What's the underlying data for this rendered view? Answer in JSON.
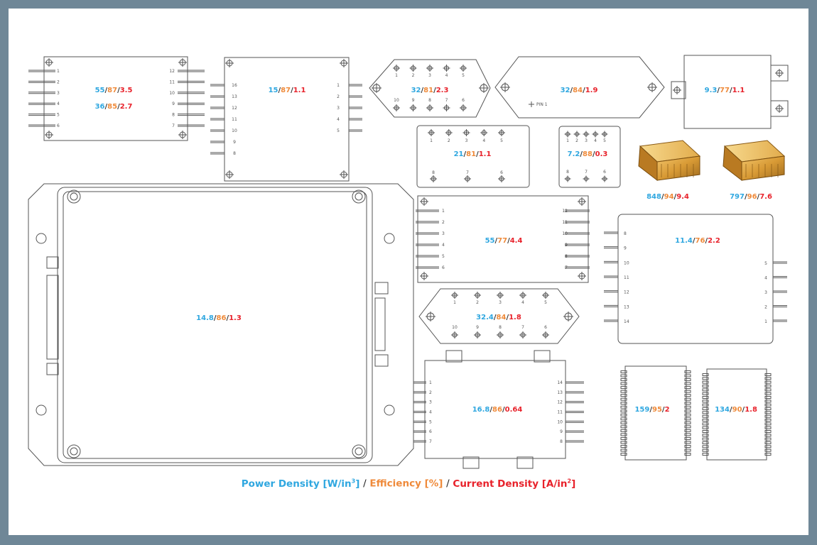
{
  "modules": [
    {
      "id": "m1a",
      "values": [
        "55",
        "87",
        "3.5"
      ]
    },
    {
      "id": "m1b",
      "values": [
        "36",
        "85",
        "2.7"
      ]
    },
    {
      "id": "m2",
      "values": [
        "15",
        "87",
        "1.1"
      ]
    },
    {
      "id": "m3",
      "values": [
        "32",
        "81",
        "2.3"
      ]
    },
    {
      "id": "m4",
      "values": [
        "32",
        "84",
        "1.9"
      ]
    },
    {
      "id": "m5",
      "values": [
        "9.3",
        "77",
        "1.1"
      ]
    },
    {
      "id": "m6",
      "values": [
        "21",
        "81",
        "1.1"
      ]
    },
    {
      "id": "m7",
      "values": [
        "7.2",
        "88",
        "0.3"
      ]
    },
    {
      "id": "m8",
      "values": [
        "848",
        "94",
        "9.4"
      ]
    },
    {
      "id": "m9",
      "values": [
        "797",
        "96",
        "7.6"
      ]
    },
    {
      "id": "m10",
      "values": [
        "14.8",
        "86",
        "1.3"
      ]
    },
    {
      "id": "m11",
      "values": [
        "55",
        "77",
        "4.4"
      ]
    },
    {
      "id": "m12",
      "values": [
        "11.4",
        "76",
        "2.2"
      ]
    },
    {
      "id": "m13",
      "values": [
        "32.4",
        "84",
        "1.8"
      ]
    },
    {
      "id": "m14",
      "values": [
        "16.8",
        "86",
        "0.64"
      ]
    },
    {
      "id": "m15",
      "values": [
        "159",
        "95",
        "2"
      ]
    },
    {
      "id": "m16",
      "values": [
        "134",
        "90",
        "1.8"
      ]
    }
  ],
  "pins": {
    "m1_left": [
      "1",
      "2",
      "3",
      "4",
      "5",
      "6"
    ],
    "m1_right": [
      "12",
      "11",
      "10",
      "9",
      "8",
      "7"
    ],
    "m2_left": [
      "16",
      "13",
      "12",
      "11",
      "10",
      "9",
      "8"
    ],
    "m2_right": [
      "1",
      "2",
      "3",
      "4",
      "5"
    ],
    "m3_top": [
      "1",
      "2",
      "3",
      "4",
      "5"
    ],
    "m3_bottom": [
      "10",
      "9",
      "8",
      "7",
      "6"
    ],
    "m4_note": "PIN 1",
    "m6_top": [
      "1",
      "2",
      "3",
      "4",
      "5"
    ],
    "m6_bottom": [
      "8",
      "7",
      "6"
    ],
    "m7_top": [
      "1",
      "2",
      "3",
      "4",
      "5"
    ],
    "m7_bottom": [
      "8",
      "7",
      "6"
    ],
    "m11_left": [
      "1",
      "2",
      "3",
      "4",
      "5",
      "6"
    ],
    "m11_right": [
      "12",
      "11",
      "10",
      "9",
      "8",
      "7"
    ],
    "m12_left": [
      "8",
      "9",
      "10",
      "11",
      "12",
      "13",
      "14"
    ],
    "m12_right": [
      "5",
      "4",
      "3",
      "2",
      "1"
    ],
    "m13_top": [
      "1",
      "2",
      "3",
      "4",
      "5"
    ],
    "m13_bottom": [
      "10",
      "9",
      "8",
      "7",
      "6"
    ],
    "m14_left": [
      "1",
      "2",
      "3",
      "4",
      "5",
      "6",
      "7"
    ],
    "m14_right": [
      "14",
      "13",
      "12",
      "11",
      "10",
      "9",
      "8"
    ]
  },
  "legend": {
    "power_density": "Power Density [W/in",
    "power_density_sup": "3",
    "power_density_end": "]",
    "slash1": "/",
    "efficiency": "Efficiency [%]",
    "slash2": "/",
    "current_density": "Current Density [A/in",
    "current_density_sup": "2",
    "current_density_end": "]"
  },
  "colors": {
    "power_density": "#2fa7e0",
    "efficiency": "#ef8a3a",
    "current_density": "#e8222b",
    "frame": "#6f8797"
  }
}
